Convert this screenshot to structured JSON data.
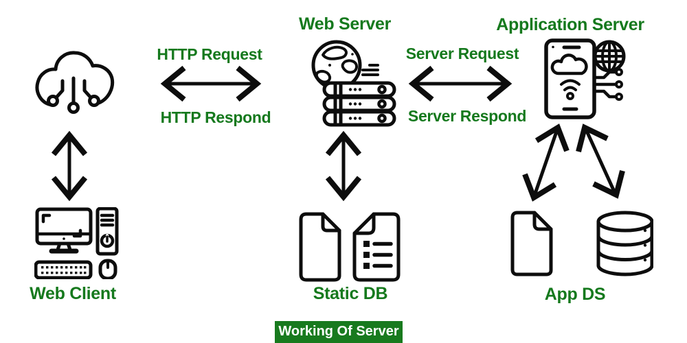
{
  "diagram": {
    "badge": {
      "label": "Working Of Server"
    },
    "nodes": {
      "cloud": {
        "icon": "cloud-network-icon"
      },
      "web_client": {
        "label": "Web Client",
        "icon": "desktop-computer-icon"
      },
      "web_server": {
        "label": "Web Server",
        "icon": "globe-server-rack-icon"
      },
      "application_server": {
        "label": "Application Server",
        "icon": "smartphone-cloud-circuit-icon"
      },
      "static_db": {
        "label": "Static DB",
        "icon": "document-and-list-document-icon"
      },
      "app_ds": {
        "label": "App DS",
        "icon": "document-and-database-icon"
      }
    },
    "edges": {
      "http_request_label": "HTTP Request",
      "http_respond_label": "HTTP Respond",
      "server_request_label": "Server Request",
      "server_respond_label": "Server Respond"
    },
    "colors": {
      "accent_green": "#15791d",
      "badge_bg": "#187a1e",
      "badge_text": "#ffffff",
      "ink": "#0d0d0d",
      "background": "#ffffff"
    }
  }
}
